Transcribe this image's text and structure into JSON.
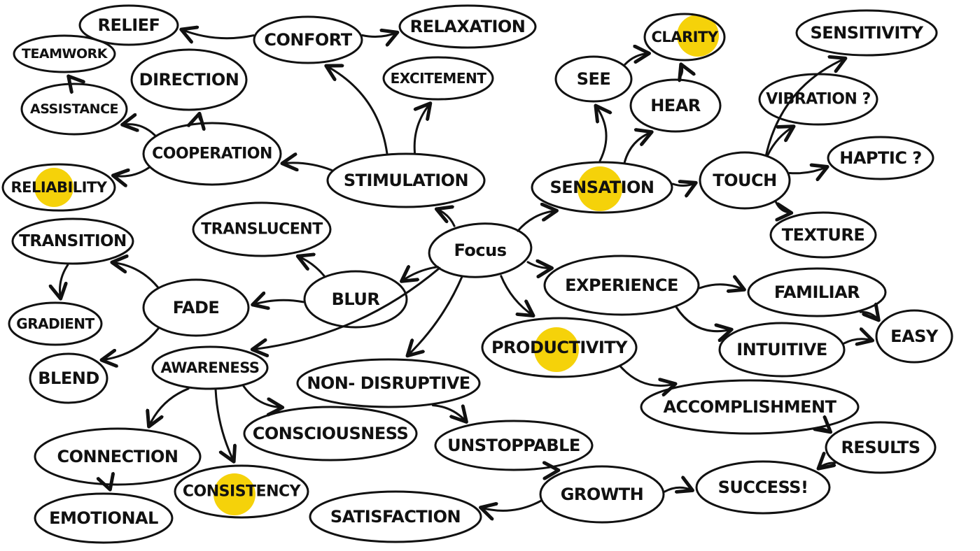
{
  "colors": {
    "ink": "#111111",
    "highlight": "#f5d20a",
    "background": "#ffffff"
  },
  "nodes": {
    "focus": {
      "label": "Focus",
      "fill": "#f5d20a",
      "highlight": false
    },
    "stimulation": {
      "label": "STIMULATION"
    },
    "confort": {
      "label": "CONFORT"
    },
    "relief": {
      "label": "RELIEF"
    },
    "relaxation": {
      "label": "RELAXATION"
    },
    "excitement": {
      "label": "EXCITEMENT"
    },
    "cooperation": {
      "label": "COOPERATION"
    },
    "direction": {
      "label": "DIRECTION"
    },
    "assistance": {
      "label": "ASSISTANCE"
    },
    "teamwork": {
      "label": "TEAMWORK"
    },
    "reliability": {
      "label": "RELIABILITY",
      "highlight": true
    },
    "sensation": {
      "label": "SENSATION",
      "highlight": true
    },
    "see": {
      "label": "SEE"
    },
    "clarity": {
      "label": "CLARITY",
      "highlight": true
    },
    "hear": {
      "label": "HEAR"
    },
    "touch": {
      "label": "TOUCH"
    },
    "sensitivity": {
      "label": "SENSITIVITY"
    },
    "vibration": {
      "label": "VIBRATION ?"
    },
    "haptic": {
      "label": "HAPTIC ?"
    },
    "texture": {
      "label": "TEXTURE"
    },
    "translucent": {
      "label": "TRANSLUCENT"
    },
    "blur": {
      "label": "BLUR"
    },
    "fade": {
      "label": "FADE"
    },
    "transition": {
      "label": "TRANSITION"
    },
    "gradient": {
      "label": "GRADIENT"
    },
    "blend": {
      "label": "BLEND"
    },
    "awareness": {
      "label": "AWARENESS"
    },
    "connection": {
      "label": "CONNECTION"
    },
    "emotional": {
      "label": "EMOTIONAL"
    },
    "consistency": {
      "label": "CONSISTENCY",
      "highlight": true
    },
    "consciousness": {
      "label": "CONSCIOUSNESS"
    },
    "nondisruptive": {
      "label": "NON- DISRUPTIVE"
    },
    "unstoppable": {
      "label": "UNSTOPPABLE"
    },
    "growth": {
      "label": "GROWTH"
    },
    "satisfaction": {
      "label": "SATISFACTION"
    },
    "success": {
      "label": "SUCCESS!"
    },
    "productivity": {
      "label": "PRODUCTIVITY",
      "highlight": true
    },
    "accomplishment": {
      "label": "ACCOMPLISHMENT"
    },
    "results": {
      "label": "RESULTS"
    },
    "experience": {
      "label": "EXPERIENCE"
    },
    "familiar": {
      "label": "FAMILIAR"
    },
    "intuitive": {
      "label": "INTUITIVE"
    },
    "easy": {
      "label": "EASY"
    }
  },
  "edges": [
    [
      "focus",
      "stimulation"
    ],
    [
      "focus",
      "sensation"
    ],
    [
      "focus",
      "experience"
    ],
    [
      "focus",
      "productivity"
    ],
    [
      "focus",
      "nondisruptive"
    ],
    [
      "focus",
      "blur"
    ],
    [
      "focus",
      "awareness"
    ],
    [
      "stimulation",
      "confort"
    ],
    [
      "stimulation",
      "excitement"
    ],
    [
      "stimulation",
      "cooperation"
    ],
    [
      "confort",
      "relief"
    ],
    [
      "confort",
      "relaxation"
    ],
    [
      "cooperation",
      "direction"
    ],
    [
      "cooperation",
      "assistance"
    ],
    [
      "cooperation",
      "reliability"
    ],
    [
      "assistance",
      "teamwork"
    ],
    [
      "sensation",
      "see"
    ],
    [
      "sensation",
      "hear"
    ],
    [
      "sensation",
      "touch"
    ],
    [
      "see",
      "clarity"
    ],
    [
      "hear",
      "clarity"
    ],
    [
      "touch",
      "sensitivity"
    ],
    [
      "touch",
      "vibration"
    ],
    [
      "touch",
      "haptic"
    ],
    [
      "touch",
      "texture"
    ],
    [
      "blur",
      "translucent"
    ],
    [
      "blur",
      "fade"
    ],
    [
      "fade",
      "transition"
    ],
    [
      "fade",
      "blend"
    ],
    [
      "transition",
      "gradient"
    ],
    [
      "awareness",
      "connection"
    ],
    [
      "awareness",
      "consistency"
    ],
    [
      "awareness",
      "consciousness"
    ],
    [
      "connection",
      "emotional"
    ],
    [
      "nondisruptive",
      "unstoppable"
    ],
    [
      "unstoppable",
      "growth"
    ],
    [
      "growth",
      "satisfaction"
    ],
    [
      "growth",
      "success"
    ],
    [
      "productivity",
      "accomplishment"
    ],
    [
      "accomplishment",
      "results"
    ],
    [
      "results",
      "success"
    ],
    [
      "experience",
      "familiar"
    ],
    [
      "experience",
      "intuitive"
    ],
    [
      "familiar",
      "easy"
    ],
    [
      "intuitive",
      "easy"
    ]
  ]
}
